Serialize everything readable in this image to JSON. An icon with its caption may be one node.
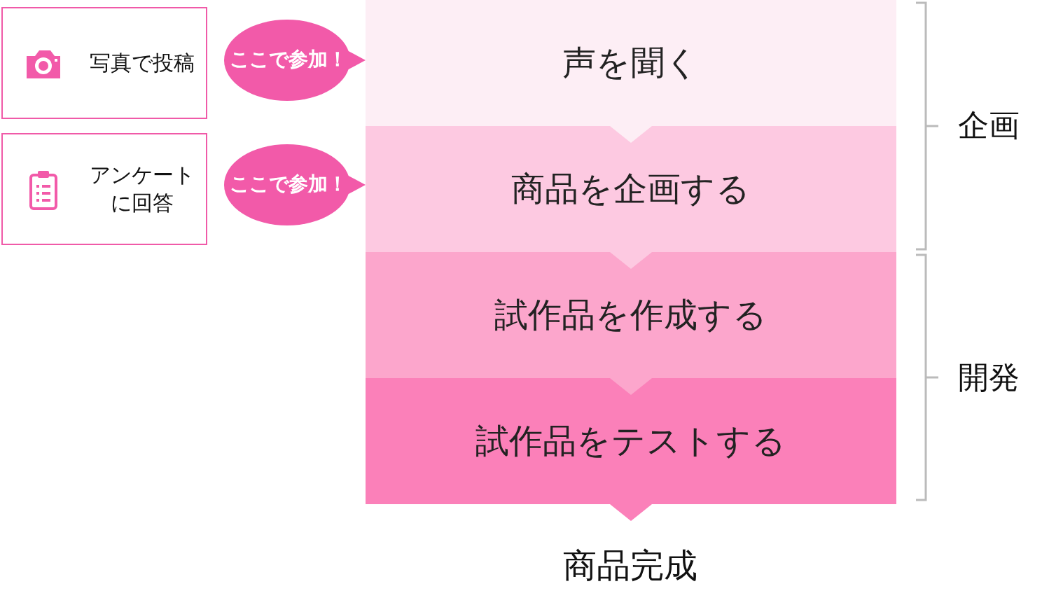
{
  "diagram": {
    "nodes": [
      {
        "text": [
          "写真で投稿"
        ]
      },
      {
        "text": [
          "アンケートに回答"
        ]
      },
      {
        "text": [
          "ここで参加！"
        ]
      },
      {
        "text": [
          "ここで参加！"
        ]
      },
      {
        "text": [
          "声を聞く"
        ]
      },
      {
        "text": [
          "商品を企画する"
        ]
      },
      {
        "text": [
          "試作品を作成する"
        ]
      },
      {
        "text": [
          "試作品をテストする"
        ]
      },
      {
        "text": [
          "商品完成"
        ]
      }
    ],
    "edges": [
      {
        "from": 2,
        "to": 4,
        "arrow": "to"
      },
      {
        "from": 3,
        "to": 5,
        "arrow": "to"
      },
      {
        "from": 4,
        "to": 5,
        "arrow": "to"
      },
      {
        "from": 5,
        "to": 6,
        "arrow": "to"
      },
      {
        "from": 6,
        "to": 7,
        "arrow": "to"
      },
      {
        "from": 7,
        "to": 8,
        "arrow": "to"
      }
    ],
    "labels": [
      "企画",
      "開発"
    ]
  }
}
